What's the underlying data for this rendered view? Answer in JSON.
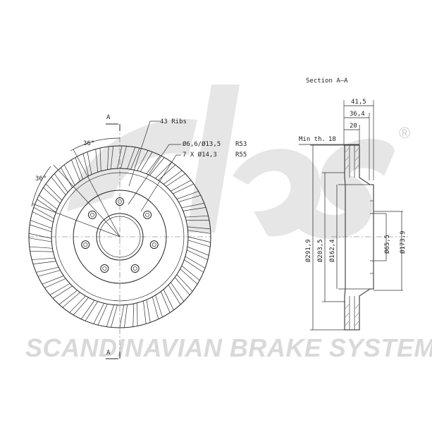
{
  "watermark": {
    "logo_text": "sbs",
    "registered_mark": "®",
    "tagline": "SCANDINAVIAN BRAKE SYSTEMS"
  },
  "front_view": {
    "section_marker_top": "A",
    "section_marker_bottom": "A",
    "ribs_label": "43 Ribs",
    "hole_label_1_size": "Ø6,6/Ø13,5",
    "hole_label_1_radius": "R53",
    "hole_label_2_size": "7 X Ø14,3",
    "hole_label_2_radius": "R55",
    "angle_label_1": "36°",
    "angle_label_2": "36°",
    "rib_count": 43,
    "bolt_holes_large": 7
  },
  "section_view": {
    "title": "Section A–A",
    "min_thickness_label": "Min th.",
    "min_thickness_value": "18",
    "dims_top": [
      "41,5",
      "36,4",
      "20"
    ],
    "dims_vertical": [
      "Ø291,9",
      "Ø203,5",
      "Ø162,4",
      "Ø65,5",
      "Ø173,9"
    ]
  },
  "colors": {
    "line": "#222222",
    "watermark": "#d9d9d9"
  }
}
